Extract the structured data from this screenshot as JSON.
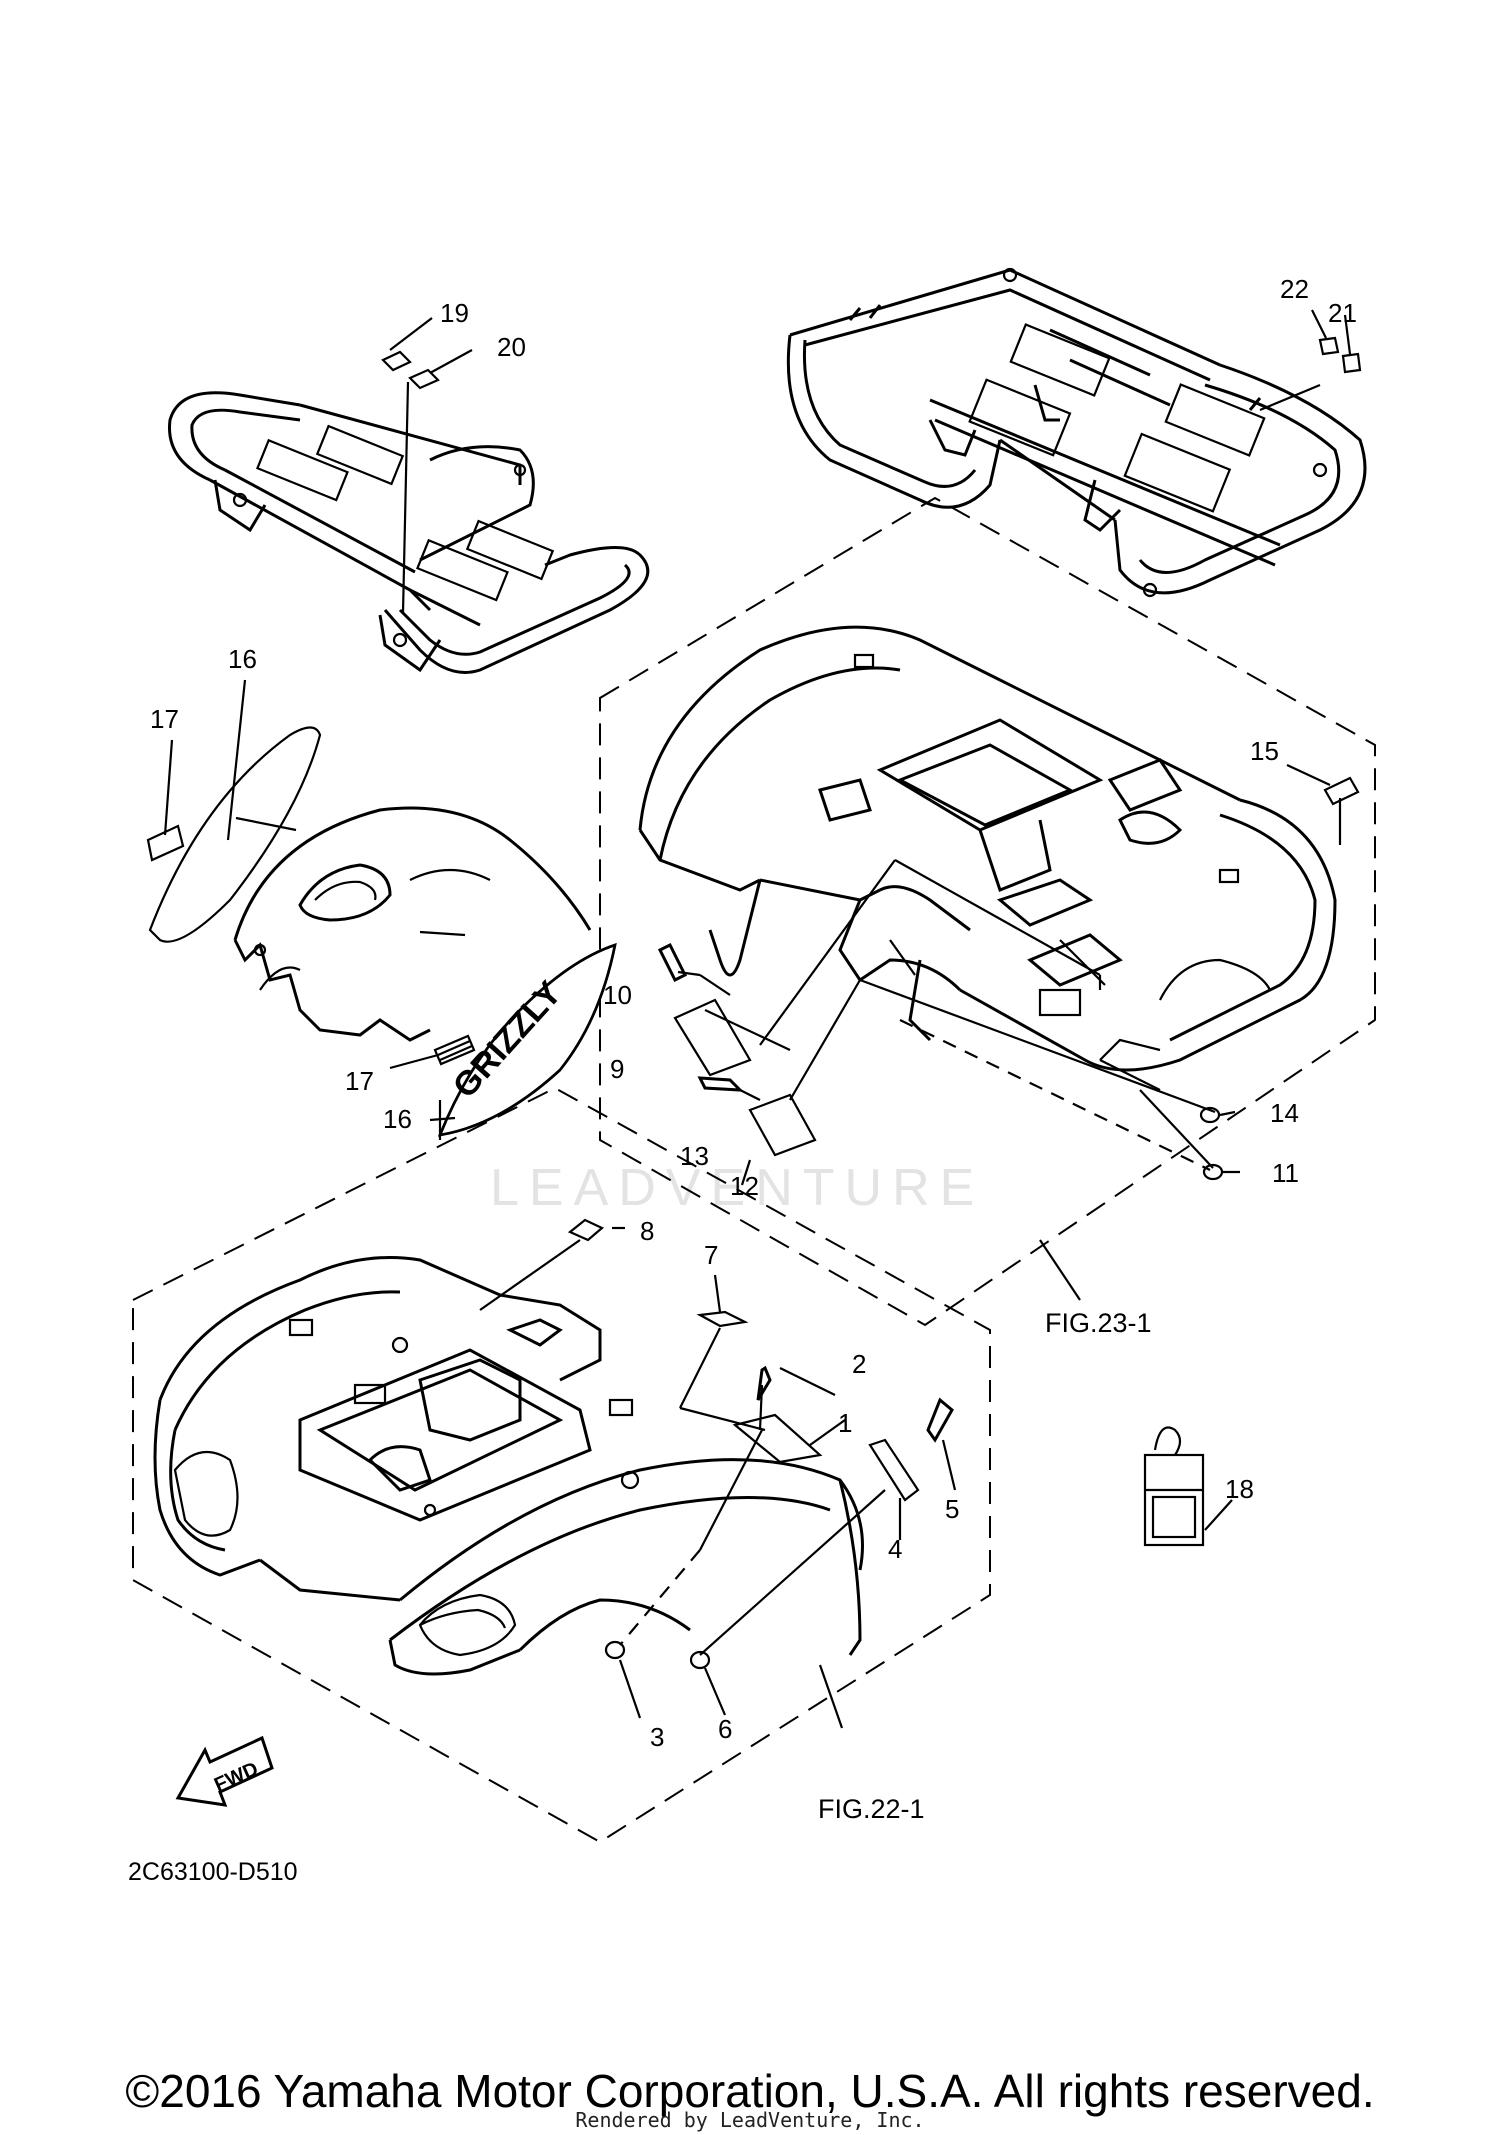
{
  "diagram": {
    "drawing_code": "2C63100-D510",
    "fig_refs": [
      "FIG.23-1",
      "FIG.22-1"
    ],
    "fwd_label": "FWD",
    "decal_text": "GRIZZLY",
    "watermark": "LEADVENTURE",
    "callouts": [
      "1",
      "2",
      "3",
      "4",
      "5",
      "6",
      "7",
      "8",
      "9",
      "10",
      "11",
      "12",
      "13",
      "14",
      "15",
      "16",
      "16",
      "17",
      "17",
      "18",
      "19",
      "20",
      "21",
      "22"
    ]
  },
  "footer": {
    "copyright": "©2016 Yamaha Motor Corporation, U.S.A. All rights reserved.",
    "rendered_by": "Rendered by LeadVenture, Inc."
  }
}
